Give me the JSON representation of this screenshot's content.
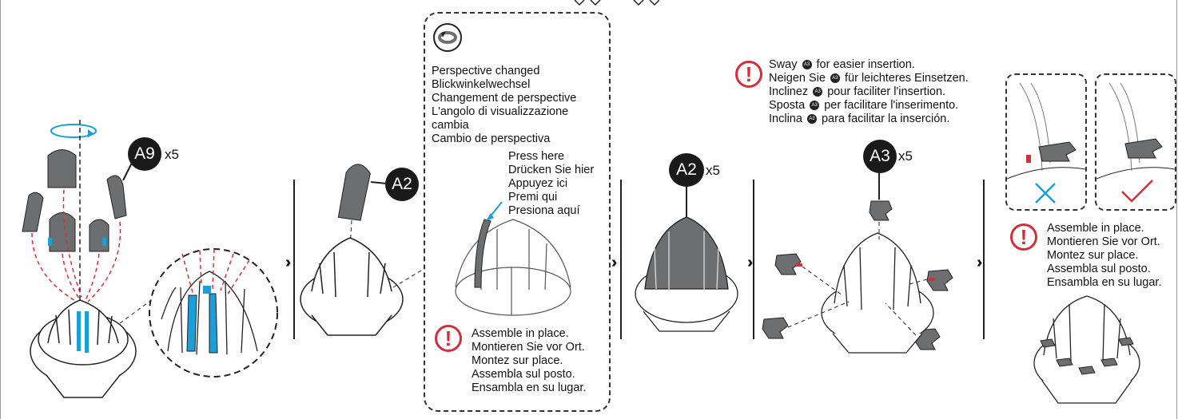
{
  "step1": {
    "part_label": "A9",
    "quantity": "x5"
  },
  "step2": {
    "part_label": "A2"
  },
  "step3": {
    "perspective_lines": [
      "Perspective changed",
      "Blickwinkelwechsel",
      "Changement de perspective",
      "L'angolo di visualizzazione",
      "cambia",
      "Cambio de perspectiva"
    ],
    "press_lines": [
      "Press here",
      "Drücken Sie hier",
      "Appuyez ici",
      "Premi qui",
      "Presiona aquí"
    ],
    "assemble_lines": [
      "Assemble in place.",
      "Montieren Sie vor Ort.",
      "Montez sur place.",
      "Assembla sul posto.",
      "Ensambla en su lugar."
    ]
  },
  "step4": {
    "part_label": "A2",
    "quantity": "x5"
  },
  "step5": {
    "part_label": "A3",
    "quantity": "x5",
    "chip_label": "A3",
    "sway_lines": [
      {
        "before": "Sway",
        "after": "for easier insertion."
      },
      {
        "before": "Neigen Sie",
        "after": "für leichteres Einsetzen."
      },
      {
        "before": "Inclinez",
        "after": "pour faciliter l'insertion."
      },
      {
        "before": "Sposta",
        "after": "per facilitare l'inserimento."
      },
      {
        "before": "Inclina",
        "after": "para facilitar la inserción."
      }
    ]
  },
  "step6": {
    "assemble_lines": [
      "Assemble in place.",
      "Montieren Sie vor Ort.",
      "Montez sur place.",
      "Assembla sul posto.",
      "Ensambla en su lugar."
    ]
  },
  "colors": {
    "accent_blue": "#1a9fd8",
    "warning_red": "#d32f3a",
    "part_gray": "#6d6e70"
  },
  "icons": [
    "rotate-icon",
    "warning-icon",
    "perspective-icon",
    "x-mark-icon",
    "check-mark-icon",
    "next-arrow-icon"
  ]
}
